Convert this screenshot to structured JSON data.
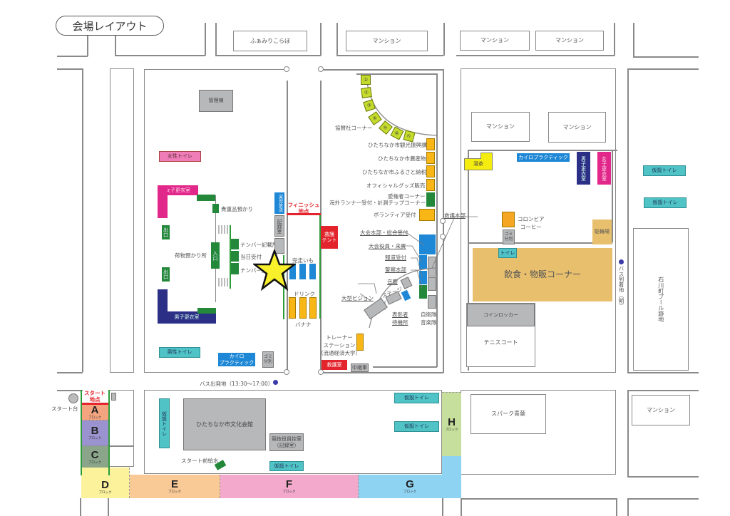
{
  "title": "会場レイアウト",
  "buildings_top": {
    "fuamiri": "ふぁみりこらぼ",
    "mansion": "マンション"
  },
  "left_area": {
    "kanri": "管理棟",
    "women_toilet": "女性トイレ",
    "women_changing": "女子更衣室",
    "men_changing": "男子更衣室",
    "valuables": "貴重品預かり",
    "exit": "出口",
    "entrance": "入口",
    "baggage": "荷物預かり所",
    "number_pickup_1": "ナンバー記載所",
    "same_day_reception": "当日受付",
    "number_pickup_2": "ナンバー記載所",
    "men_toilet": "男性トイレ",
    "chiro_left": "カイロ\nプラクティック",
    "trash_left": "ゴミ\n分別",
    "bus_departure": "バス出発地（13:30〜17:00）"
  },
  "center_area": {
    "broadcast": "実況放送",
    "record_room": "記録室",
    "finish": "フィニッシュ\n地点",
    "medical_tent": "救護\nテント",
    "imo": "完走いも",
    "drink": "ドリンク",
    "banana": "バナナ"
  },
  "sponsor_area": {
    "sponsor_corner": "協賛社コーナー",
    "sponsor_booths": [
      "①",
      "②",
      "③",
      "④",
      "⑤",
      "⑥",
      "⑦"
    ],
    "tourism": "ひたちなか市観光振興課",
    "agri": "ひたちなか市農産物",
    "furusato": "ひたちなか市ふるさと納税",
    "goods": "オフィシャルグッズ販売",
    "overseas_1": "愛権者コーナー",
    "overseas_2": "海外ランナー受付・計測チップコーナー",
    "volunteer": "ボランティア受付",
    "hq": "大会本部・総合受付",
    "officials": "大会役員・来賓",
    "press": "報道受付",
    "police": "警察本部",
    "rescue_hq": "救護本部",
    "sound": "音響",
    "stage": "ステージ",
    "big_vision": "大型ビジョン",
    "award_wait": "表彰者\n待機所",
    "sdf_band": "自衛隊\n音楽隊",
    "trainer": "トレーナー\nステーション\n（流通経済大学）",
    "rescue_room": "救護室",
    "relay_car": "中継車"
  },
  "right_area": {
    "mansion": "マンション",
    "tea": "湯茶",
    "chiro_right": "カイロプラクティック",
    "men_changing_v": "男子更衣室",
    "women_changing_v": "女子更衣室",
    "colombia_coffee": "コロンビア\nコーヒー",
    "trash_right": "ゴミ\n分別",
    "bike_parking": "駐輪場",
    "toilet": "トイレ",
    "food_corner": "飲食・物販コーナー",
    "coin_locker": "コインロッカー",
    "tennis": "テニスコート",
    "bus_arrival": "バス到着地（朝）",
    "temp_toilet": "仮設トイレ",
    "pool": "石川町プール跡地"
  },
  "bottom_area": {
    "start_stand": "スタート台",
    "start_point": "スタート\n地点",
    "temp_toilet": "仮設トイレ",
    "bunka_kaikan": "ひたちなか市文化会館",
    "officials_waiting": "競技役員控室\n（記録室）",
    "start_water": "スタート前給水",
    "spark": "スパーク青葉",
    "mansion": "マンション"
  },
  "blocks": [
    {
      "letter": "A",
      "sub": "ブロック",
      "color": "#f4a57f"
    },
    {
      "letter": "B",
      "sub": "ブロック",
      "color": "#9b93cf"
    },
    {
      "letter": "C",
      "sub": "ブロック",
      "color": "#8aa58a"
    },
    {
      "letter": "D",
      "sub": "ブロック",
      "color": "#fbf29b"
    },
    {
      "letter": "E",
      "sub": "ブロック",
      "color": "#f9c996"
    },
    {
      "letter": "F",
      "sub": "ブロック",
      "color": "#f3a9cb"
    },
    {
      "letter": "G",
      "sub": "ブロック",
      "color": "#8fd3f2"
    },
    {
      "letter": "H",
      "sub": "ブロック",
      "color": "#c7df9c"
    }
  ]
}
